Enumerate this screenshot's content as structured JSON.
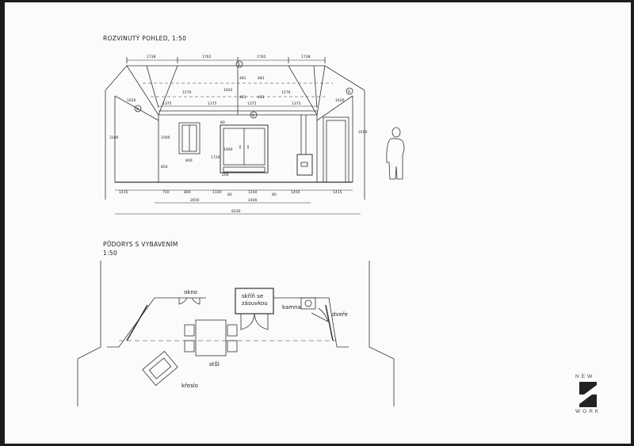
{
  "elevation": {
    "title": "ROZVINUTÝ POHLED, 1:50",
    "dims_top": [
      "1738",
      "1762",
      "1762",
      "1738"
    ],
    "dims_beams": [
      "1375",
      "1375",
      "1375",
      "1375"
    ],
    "dims_vertical": [
      "481",
      "481",
      "1642",
      "481",
      "481"
    ],
    "dims_slanted": [
      "1626",
      "1576",
      "1576",
      "1626"
    ],
    "dims_wall": [
      "3100",
      "3100"
    ],
    "dims_window": [
      "1000",
      "800",
      "850"
    ],
    "dims_wardrobe": [
      "80",
      "1460",
      "1720",
      "200"
    ],
    "marks": [
      "B",
      "B",
      "B",
      "B"
    ],
    "dims_bottom_row1": [
      "1415",
      "750",
      "800",
      "1100",
      "80",
      "1240",
      "80",
      "1450",
      "1415"
    ],
    "dims_bottom_row2": [
      "2650",
      "1400"
    ],
    "dims_total": "8330"
  },
  "plan": {
    "title": "PŮDORYS S VYBAVENÍM",
    "scale": "1:50",
    "labels": {
      "okno": "okno",
      "wardrobe_1": "skříň se",
      "wardrobe_2": "zásuvkou",
      "kamna": "kamna",
      "dvere": "dveře",
      "stul": "stůl",
      "kreslo": "křeslo"
    }
  },
  "logo": {
    "top": "NEW",
    "bottom": "WORK"
  }
}
